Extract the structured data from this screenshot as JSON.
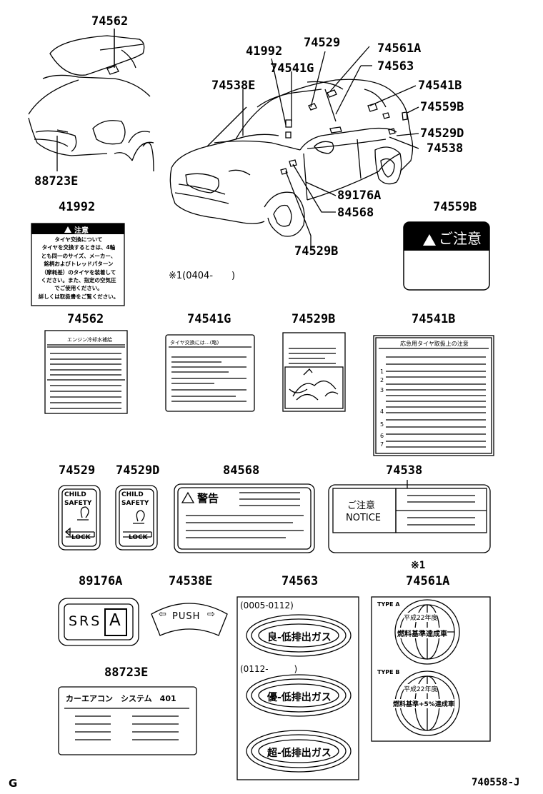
{
  "callouts": {
    "c74562_top": "74562",
    "c88723E_top": "88723E",
    "c41992_top": "41992",
    "c74541G_top": "74541G",
    "c74529_top": "74529",
    "c74561A_top": "74561A",
    "c74563_top": "74563",
    "c74538E_top": "74538E",
    "c74541B_top": "74541B",
    "c74559B_top": "74559B",
    "c74529D_top": "74529D",
    "c74538_top": "74538",
    "c89176A_top": "89176A",
    "c84568_top": "84568",
    "c74529B_top": "74529B"
  },
  "note_range": "※1(0404-　　)",
  "labels": {
    "l41992": "41992",
    "l74559B": "74559B",
    "l74562": "74562",
    "l74541G": "74541G",
    "l74529B": "74529B",
    "l74541B": "74541B",
    "l74529": "74529",
    "l74529D": "74529D",
    "l84568": "84568",
    "l74538": "74538",
    "l89176A": "89176A",
    "l74538E": "74538E",
    "l74563": "74563",
    "l74561A": "74561A",
    "l88723E": "88723E",
    "mark1": "※1"
  },
  "stickers": {
    "caution_title": "注意",
    "caution_lines": [
      "タイヤ交換について",
      "タイヤを交換するときは、4輪",
      "とも同一のサイズ、メーカー、",
      "銘柄およびトレッドパターン",
      "（摩耗差）のタイヤを装着して",
      "ください。また、指定の空気圧",
      "でご使用ください。",
      "詳しくは取扱書をご覧ください。"
    ],
    "gochui": "ご注意",
    "s74562_title": "エンジン冷却水補給",
    "s74541G_title": "タイヤ交換には…(略)",
    "s74541B_title": "応急用タイヤ取扱上の注意",
    "s74541B_nums": [
      "1",
      "2",
      "3",
      "4",
      "5",
      "6",
      "7"
    ],
    "child": "CHILD",
    "safety": "SAFETY",
    "lock": "LOCK",
    "keikoku": "警告",
    "gochui2": "ご注意",
    "notice": "NOTICE",
    "srs": "SRS",
    "srs_a": "A",
    "push": "PUSH",
    "range1": "(0005-0112)",
    "range2": "(0112-　　　)",
    "gas1": "良-低排出ガス",
    "gas2": "優-低排出ガス",
    "gas3": "超-低排出ガス",
    "type_a": "TYPE A",
    "type_b": "TYPE B",
    "h22_a": "平成22年度",
    "fuel_a": "燃料基準達成車",
    "h22_b": "平成22年度",
    "fuel_b": "燃料基準+5%達成車",
    "aircon": "カーエアコン　システム　401"
  },
  "footer": {
    "left": "G",
    "right": "740558-J"
  }
}
